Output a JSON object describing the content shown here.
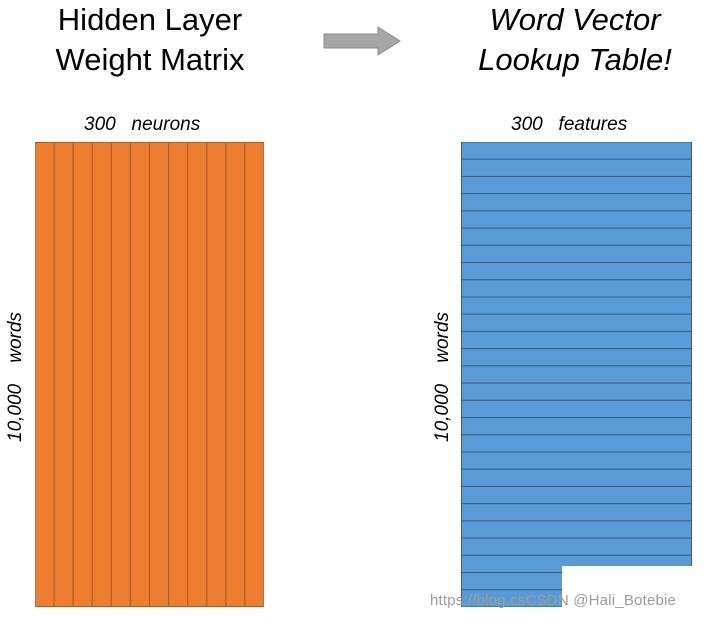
{
  "left_panel": {
    "title_line1": "Hidden Layer",
    "title_line2": "Weight Matrix",
    "column_label": "300   neurons",
    "row_label": "10,000    words",
    "fill_color": "#ED7D31",
    "stroke_color": "#AE5A21",
    "column_divisions": 12
  },
  "right_panel": {
    "title_line1": "Word Vector",
    "title_line2": "Lookup Table!",
    "column_label": "300   features",
    "row_label": "10,000    words",
    "fill_color": "#5B9BD5",
    "stroke_color": "#2E5F8E",
    "row_divisions": 27
  },
  "arrow": {
    "icon": "right-arrow-icon",
    "color": "#A6A6A6"
  },
  "watermark": {
    "text": "https://blog.csCSDN @Hali_Botebie"
  }
}
